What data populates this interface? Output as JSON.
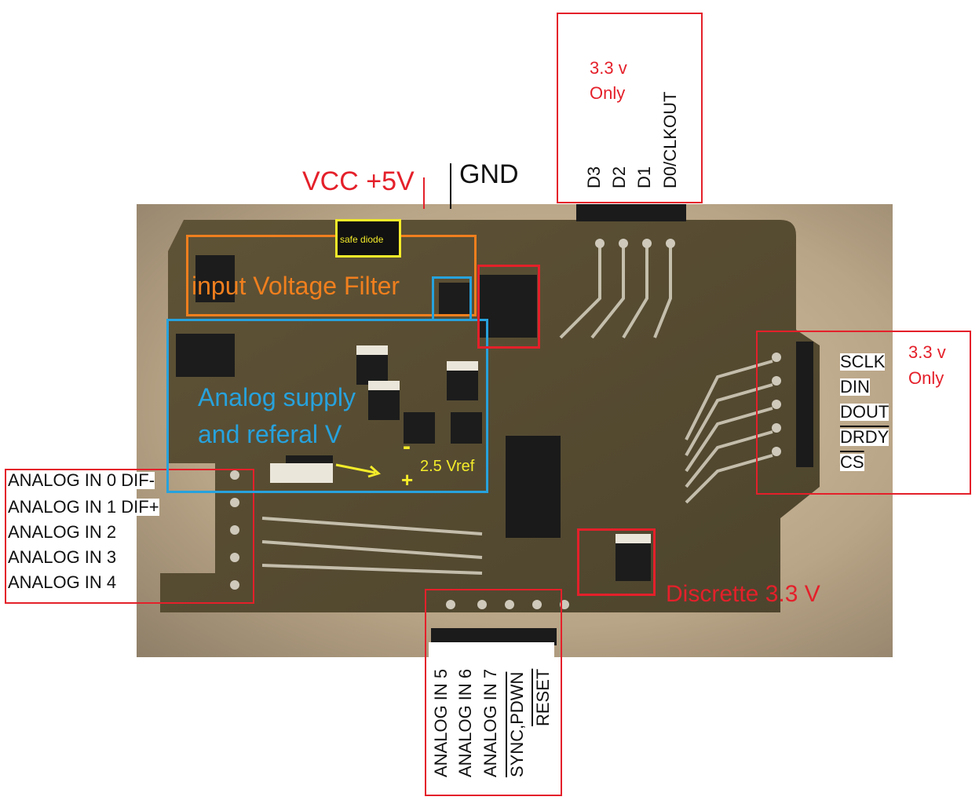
{
  "power": {
    "vcc_label": "VCC +5V",
    "gnd_label": "GND"
  },
  "top_pins": {
    "note_line1": "3.3 v",
    "note_line2": "Only",
    "pins": [
      "D3",
      "D2",
      "D1",
      "D0/CLKOUT"
    ]
  },
  "right_pins": {
    "note_line1": "3.3 v",
    "note_line2": "Only",
    "pins": [
      "SCLK",
      "DIN",
      "DOUT",
      "DRDY",
      "CS"
    ]
  },
  "left_pins": {
    "pins": [
      "ANALOG IN 0 DIF-",
      "ANALOG IN 1 DIF+",
      "ANALOG IN 2",
      "ANALOG IN 3",
      "ANALOG IN 4"
    ]
  },
  "bottom_pins": {
    "pins": [
      "ANALOG IN 5",
      "ANALOG IN 6",
      "ANALOG IN 7",
      "SYNC,PDWN",
      "RESET"
    ]
  },
  "regions": {
    "safe_diode": "safe diode",
    "input_filter": "input Voltage Filter",
    "analog_supply_line1": "Analog supply",
    "analog_supply_line2": "and referal V",
    "vref": "2.5 Vref",
    "vref_minus": "-",
    "vref_plus": "+",
    "discrete": "Discrette 3.3 V"
  },
  "colors": {
    "red": "#e4202a",
    "orange": "#f07f1e",
    "blue": "#27a2dd",
    "yellow": "#f4ec2a"
  }
}
